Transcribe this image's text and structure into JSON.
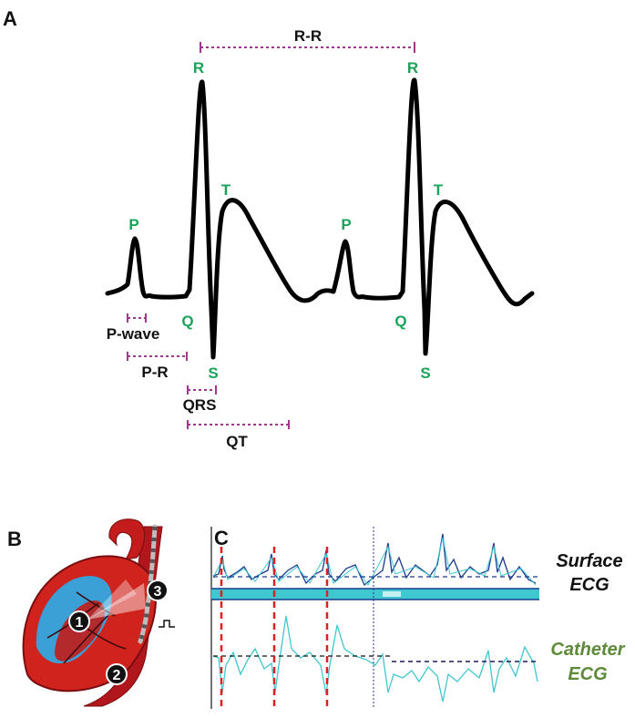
{
  "panels": {
    "a": "A",
    "b": "B",
    "c": "C"
  },
  "ecg_labels": {
    "p": "P",
    "q": "Q",
    "r": "R",
    "s": "S",
    "t": "T"
  },
  "intervals": {
    "rr": "R-R",
    "pwave": "P-wave",
    "pr": "P-R",
    "qrs": "QRS",
    "qt": "QT"
  },
  "heart_markers": [
    "1",
    "2",
    "3"
  ],
  "legend": {
    "surface_line1": "Surface",
    "surface_line2": "ECG",
    "catheter_line1": "Catheter",
    "catheter_line2": "ECG"
  },
  "colors": {
    "wave_label": "#1aa35a",
    "interval_bracket": "#a0388f",
    "heart_red": "#cc1f1a",
    "heart_blue": "#3aa0d6",
    "trace_surface": "#1a3a8c",
    "trace_catheter": "#3fc8d0",
    "marker_dash": "#e02020",
    "catheter_legend": "#5e8b3a"
  }
}
